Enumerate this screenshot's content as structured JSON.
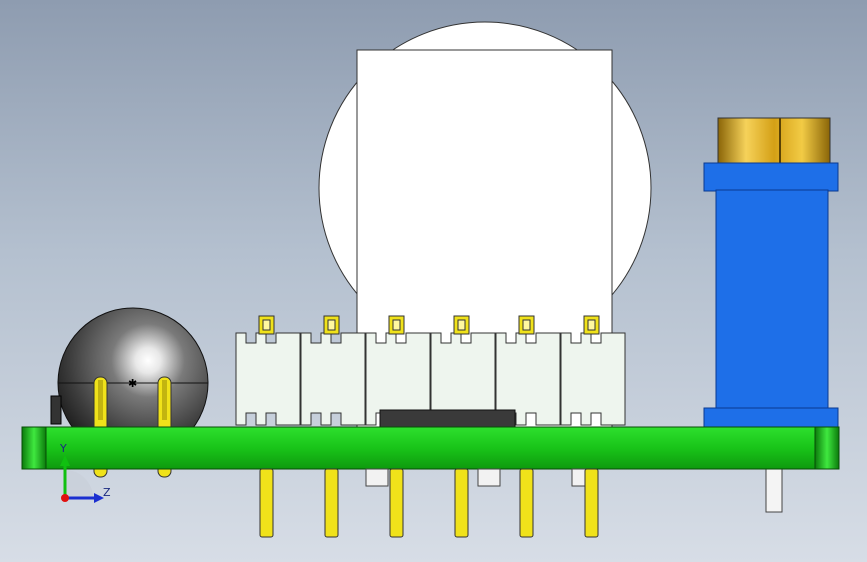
{
  "viewport": {
    "background_top": "#8e9cb0",
    "background_bottom": "#d7dde6"
  },
  "colors": {
    "pcb_green": "#19c419",
    "pin_gold": "#f0e21a",
    "connector_white": "#eef5ee",
    "lens_white": "#ffffff",
    "trimmer_blue": "#1e6fe8",
    "brass_cap": "#d8a818",
    "sphere_grey": "#555555"
  },
  "triad": {
    "y_label": "Y",
    "z_label": "Z",
    "icon": "coordinate-axes-icon"
  },
  "components": {
    "header_pin_count": 6,
    "sphere_leg_count": 2
  }
}
